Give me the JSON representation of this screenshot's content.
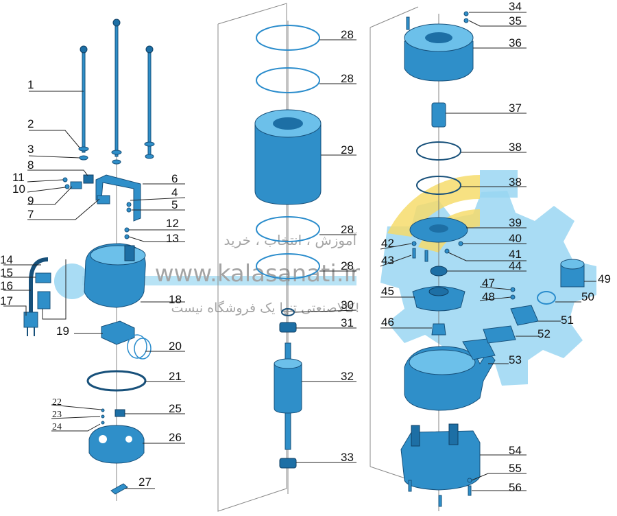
{
  "colors": {
    "part_blue": "#2f8fc9",
    "part_dark": "#1d6fa5",
    "watermark_yellow": "#f5d75a",
    "watermark_blue": "#8ed1f0",
    "leader": "#222222"
  },
  "watermark": {
    "line1": "آموزش ، انتخاب ، خرید",
    "line2": "www.kalasanati.ir",
    "line3": "کالاصنعتی تنها یک فروشگاه نیست!"
  },
  "parts": {
    "p1": "1",
    "p2": "2",
    "p3": "3",
    "p4": "4",
    "p5": "5",
    "p6": "6",
    "p7": "7",
    "p8": "8",
    "p9": "9",
    "p10": "10",
    "p11": "11",
    "p12": "12",
    "p13": "13",
    "p14": "14",
    "p15": "15",
    "p16": "16",
    "p17": "17",
    "p18": "18",
    "p19": "19",
    "p20": "20",
    "p21": "21",
    "p22": "22",
    "p23": "23",
    "p24": "24",
    "p25": "25",
    "p26": "26",
    "p27": "27",
    "p28": "28",
    "p29": "29",
    "p30": "30",
    "p31": "31",
    "p32": "32",
    "p33": "33",
    "p34": "34",
    "p35": "35",
    "p36": "36",
    "p37": "37",
    "p38": "38",
    "p39": "39",
    "p40": "40",
    "p41": "41",
    "p42": "42",
    "p43": "43",
    "p44": "44",
    "p45": "45",
    "p46": "46",
    "p47": "47",
    "p48": "48",
    "p49": "49",
    "p50": "50",
    "p51": "51",
    "p52": "52",
    "p53": "53",
    "p54": "54",
    "p55": "55",
    "p56": "56"
  }
}
